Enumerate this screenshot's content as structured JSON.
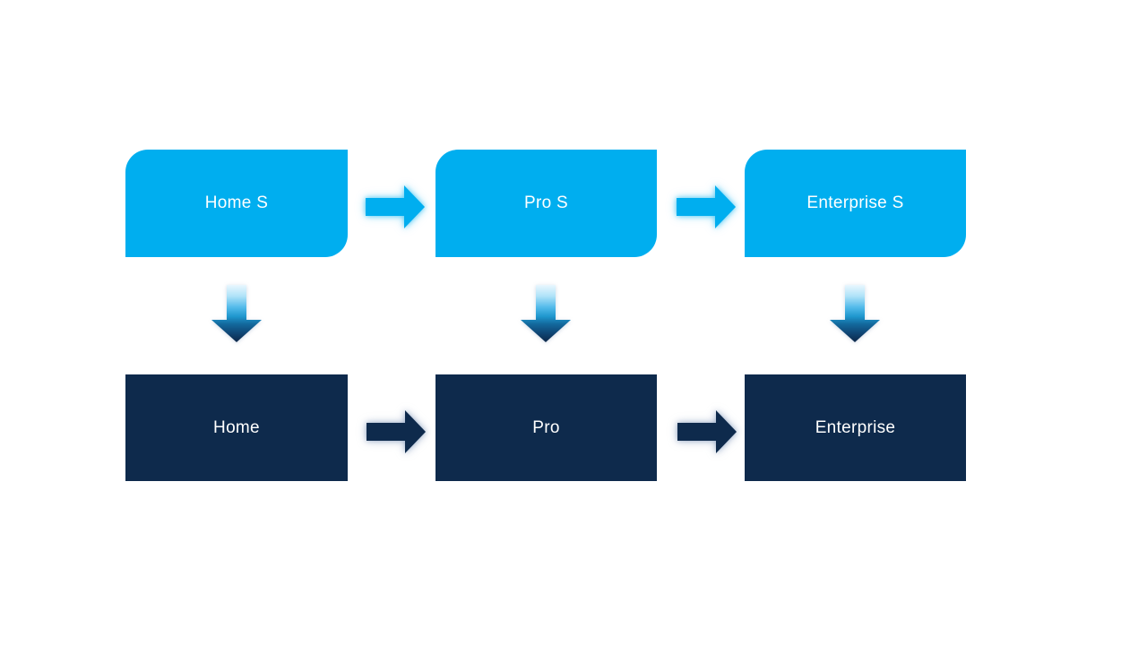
{
  "slide": {
    "background_color": "#FFFFFF",
    "text_color": "#FFFFFF",
    "top_row": {
      "fill_color": "#00AEEF",
      "items": [
        {
          "label": "Home S"
        },
        {
          "label": "Pro S"
        },
        {
          "label": "Enterprise S"
        }
      ]
    },
    "bottom_row": {
      "fill_color": "#0E2A4C",
      "items": [
        {
          "label": "Home"
        },
        {
          "label": "Pro"
        },
        {
          "label": "Enterprise"
        }
      ]
    },
    "arrows": {
      "right_arrow_top_color": "#00AEEF",
      "right_arrow_bottom_color": "#0E2A4C",
      "down_arrow_gradient_top": "#EAF7FE",
      "down_arrow_gradient_mid": "#4FB9E9",
      "down_arrow_gradient_bottom": "#0D2748"
    }
  }
}
